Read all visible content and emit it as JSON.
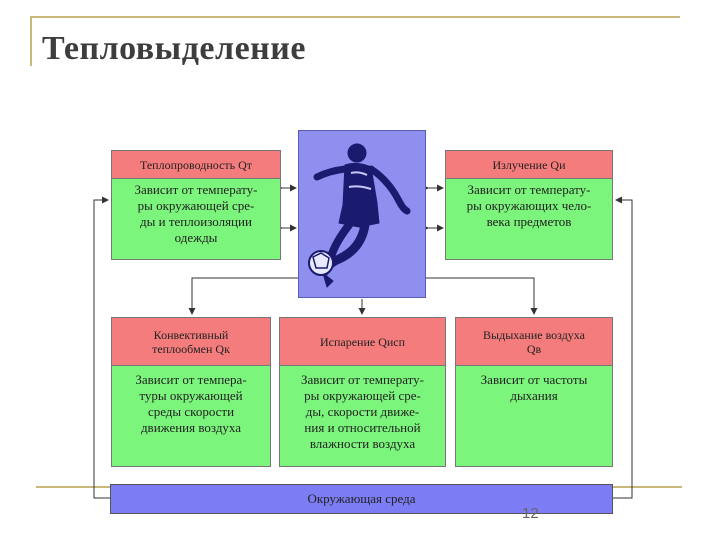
{
  "title": "Тепловыделение",
  "page_number": "12",
  "boxes": {
    "conduction": {
      "header": "Теплопроводность Qт",
      "body": [
        "Зависит от температу-",
        "ры окружающей сре-",
        "ды и теплоизоляции",
        "одежды"
      ]
    },
    "radiation": {
      "header": "Излучение Qи",
      "body": [
        "Зависит от температу-",
        "ры окружающих чело-",
        "века предметов"
      ]
    },
    "convection": {
      "header": [
        "Конвективный",
        "теплообмен Qк"
      ],
      "body": [
        "Зависит от темпера-",
        "туры окружающей",
        "среды скорости",
        "движения воздуха"
      ]
    },
    "evaporation": {
      "header": "Испарение Qисп",
      "body": [
        "Зависит от температу-",
        "ры окружающей сре-",
        "ды, скорости движе-",
        "ния и относительной",
        "влажности воздуха"
      ]
    },
    "exhalation": {
      "header": [
        "Выдыхание воздуха",
        "Qв"
      ],
      "body": [
        "Зависит от частоты",
        "дыхания"
      ]
    }
  },
  "environment": "Окружающая среда",
  "colors": {
    "header": "#f57c7c",
    "body": "#7cf57c",
    "environment": "#7c7cf5",
    "player_panel": "#8f8ff0",
    "decor_lines": "#c9b87a"
  }
}
